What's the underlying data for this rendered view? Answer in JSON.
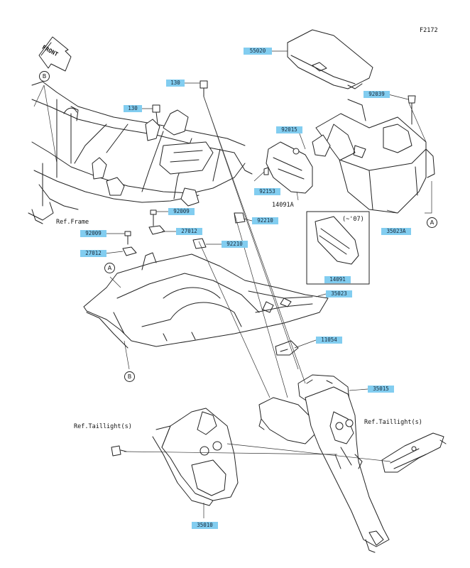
{
  "diagram": {
    "code": "F2172",
    "front_label": "FRONT",
    "callouts": {
      "A": "A",
      "B": "B"
    },
    "refs": {
      "frame": "Ref.Frame",
      "taillight_left": "Ref.Taillight(s)",
      "taillight_right": "Ref.Taillight(s)"
    },
    "inset_note": "(~'07)",
    "part_14091A": "14091A",
    "parts": [
      {
        "id": "p55020",
        "number": "55020"
      },
      {
        "id": "p130a",
        "number": "130"
      },
      {
        "id": "p130b",
        "number": "130"
      },
      {
        "id": "p92039",
        "number": "92039"
      },
      {
        "id": "p92015",
        "number": "92015"
      },
      {
        "id": "p92153",
        "number": "92153"
      },
      {
        "id": "p92009a",
        "number": "92009"
      },
      {
        "id": "p92210a",
        "number": "92210"
      },
      {
        "id": "p35023A",
        "number": "35023A"
      },
      {
        "id": "p92009b",
        "number": "92009"
      },
      {
        "id": "p27012a",
        "number": "27012"
      },
      {
        "id": "p92210b",
        "number": "92210"
      },
      {
        "id": "p27012b",
        "number": "27012"
      },
      {
        "id": "p14091",
        "number": "14091"
      },
      {
        "id": "p35023",
        "number": "35023"
      },
      {
        "id": "p11054",
        "number": "11054"
      },
      {
        "id": "p35015",
        "number": "35015"
      },
      {
        "id": "p35010",
        "number": "35010"
      }
    ]
  }
}
